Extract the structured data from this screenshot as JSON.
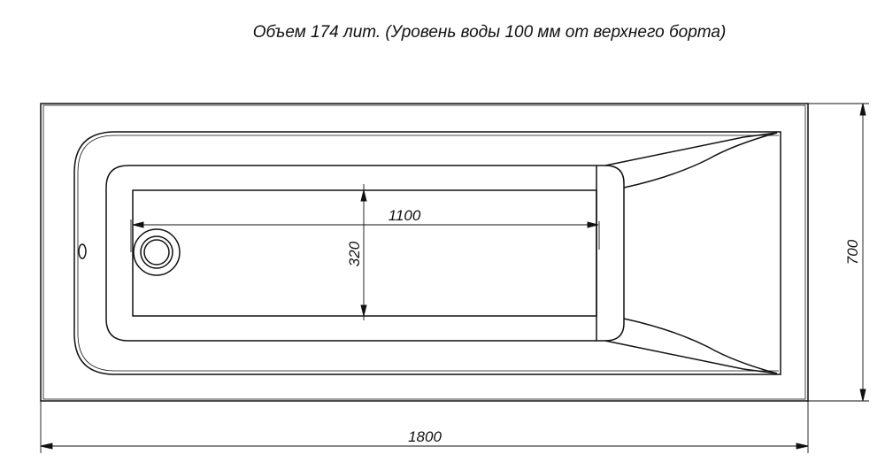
{
  "title": "Объем 174 лит. (Уровень воды 100 мм от верхнего борта)",
  "dimensions": {
    "length": "1800",
    "width": "700",
    "floor_length": "1100",
    "floor_width": "320"
  },
  "colors": {
    "line": "#111111",
    "background": "#ffffff"
  }
}
